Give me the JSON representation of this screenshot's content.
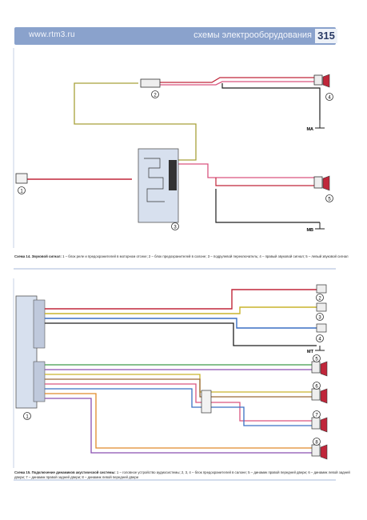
{
  "header": {
    "site": "www.rtm3.ru",
    "section": "схемы электрооборудования",
    "page_number": "315"
  },
  "diagram1": {
    "caption_title": "Схема 14. Звуковой сигнал:",
    "caption_text": "1 – блок реле и предохранителей в моторном отсеке; 2 – блок предохранителей в салоне; 3 – подрулевой переключатель; 4 – правый звуковой сигнал; 5 – левый звуковой сигнал",
    "labels": {
      "c1": "1",
      "c2": "2",
      "c3": "3",
      "c4": "4",
      "c5": "5"
    },
    "grounds": {
      "g1": "MA",
      "g2": "MB"
    }
  },
  "diagram2": {
    "caption_title": "Схема 15. Подключение динамиков акустической системы:",
    "caption_text": "1 – головное устройство аудиосистемы; 2, 3, 4 – блок предохранителей в салоне; 5 – динамик правой передней двери; 6 – динамик левой задней двери; 7 – динамик правой задней двери; 8 – динамик левой передней двери",
    "labels": {
      "c1": "1",
      "c2": "2",
      "c3": "3",
      "c4": "4",
      "c5": "5",
      "c6": "6",
      "c7": "7",
      "c8": "8"
    },
    "grounds": {
      "g1": "MT"
    }
  },
  "colors": {
    "header": "#8aa2cc",
    "red": "#c0263a",
    "pink": "#d9557f",
    "yellow": "#c9b42c",
    "olive": "#a8a13a",
    "blue": "#3a6fc4",
    "black": "#1f1f1f",
    "green": "#3f9a4a",
    "violet": "#8a4fb0",
    "brown": "#9a6a3a",
    "orange": "#e08a2a"
  }
}
